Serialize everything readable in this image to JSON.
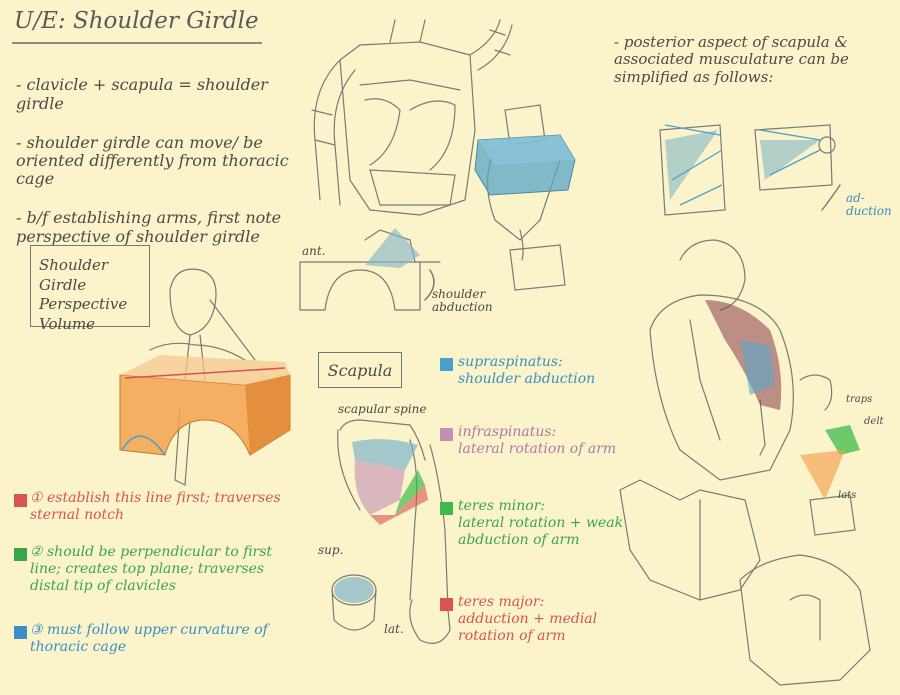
{
  "title": "U/E: Shoulder Girdle",
  "notes": [
    "- clavicle + scapula = shoulder girdle",
    "- shoulder girdle can move/ be oriented differently from thoracic cage",
    "- b/f establishing arms, first note perspective of shoulder girdle"
  ],
  "posterior_note": "- posterior aspect of scapula & associated musculature can be simplified as follows:",
  "box_label": "Shoulder Girdle\nPerspective\nVolume",
  "scapula_box": "Scapula",
  "steps": [
    {
      "text": "① establish this line first; traverses sternal notch",
      "color": "#d9534f"
    },
    {
      "text": "② should be perpendicular to first line; creates top plane; traverses distal tip of clavicles",
      "color": "#3aa64a"
    },
    {
      "text": "③ must follow upper curvature of thoracic cage",
      "color": "#3a8fc4"
    }
  ],
  "muscles": [
    {
      "name": "supraspinatus:",
      "desc": "shoulder abduction",
      "color": "#4aa0cc",
      "text_color": "#3a8fc4"
    },
    {
      "name": "infraspinatus:",
      "desc": "lateral rotation of arm",
      "color": "#c48fb5",
      "text_color": "#b07aa6"
    },
    {
      "name": "teres minor:",
      "desc": "lateral rotation + weak abduction of arm",
      "color": "#3dbb4a",
      "text_color": "#3aa64a"
    },
    {
      "name": "teres major:",
      "desc": "adduction + medial rotation of arm",
      "color": "#d9534f",
      "text_color": "#d9534f"
    }
  ],
  "labels": {
    "ant": "ant.",
    "shoulder_abduction": "shoulder\nabduction",
    "scapular_spine": "scapular spine",
    "sup": "sup.",
    "lat": "lat.",
    "adduction": "ad-\nduction",
    "traps": "traps",
    "delt": "delt",
    "lats": "lats"
  },
  "colors": {
    "paper": "#fbf3c9",
    "pencil": "#6e6e6a",
    "orange": "#f2a250",
    "blue": "#5aa6c8",
    "maroon": "#8b3a4a"
  }
}
